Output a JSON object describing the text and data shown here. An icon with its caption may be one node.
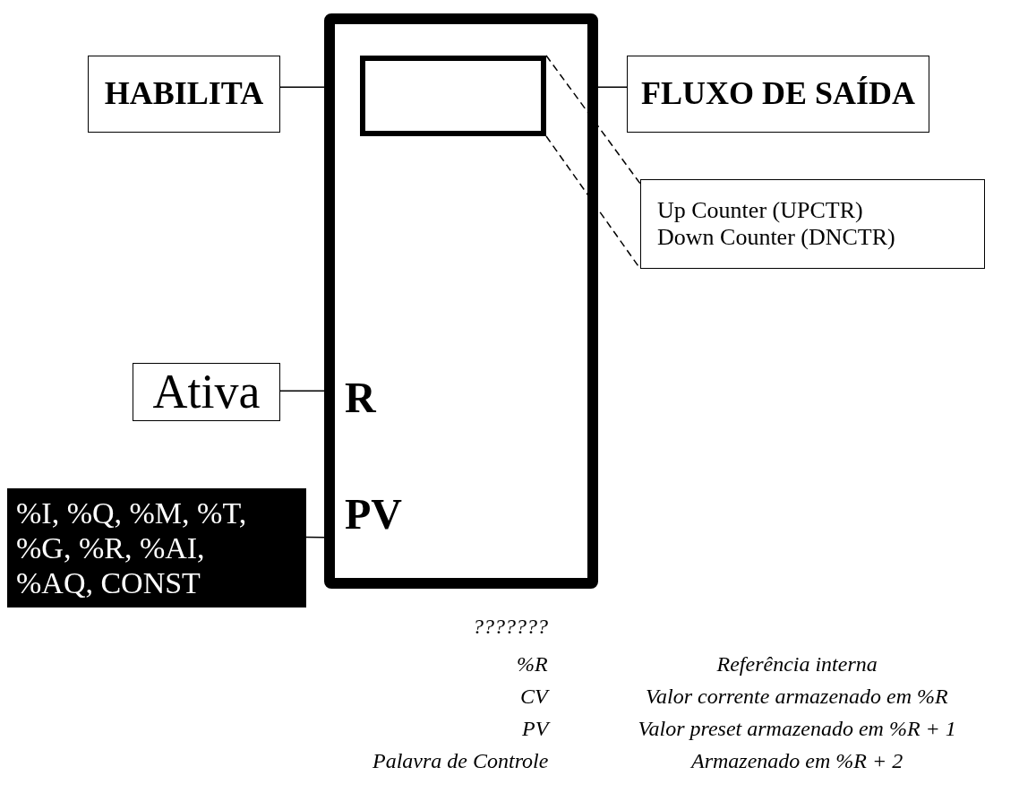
{
  "diagram": {
    "nodes": [
      {
        "text": [
          "HABILITA"
        ]
      },
      {
        "text": [
          "R",
          "PV"
        ]
      },
      {
        "text": [],
        "shape": "box",
        "in": 1
      },
      {
        "text": [
          "FLUXO DE SAÍDA"
        ]
      },
      {
        "text": [
          "Up Counter (UPCTR)",
          "Down Counter (DNCTR)"
        ]
      },
      {
        "text": [
          "Ativa"
        ]
      },
      {
        "text": [
          "%I, %Q, %M, %T, %G, %R, %AI, %AQ, CONST"
        ]
      }
    ],
    "edges": [
      {
        "from": 0,
        "to": 1,
        "arrow": "none"
      },
      {
        "from": 1,
        "to": 3,
        "arrow": "none"
      },
      {
        "from": 2,
        "to": 4,
        "arrow": "none",
        "style": "dashed"
      },
      {
        "from": 2,
        "to": 4,
        "arrow": "none",
        "style": "dashed"
      },
      {
        "from": 5,
        "to": 1,
        "arrow": "none"
      },
      {
        "from": 6,
        "to": 1,
        "arrow": "none"
      }
    ],
    "labels": [
      "???????",
      "%R",
      "Referência interna",
      "CV",
      "Valor corrente armazenado em %R",
      "PV",
      "Valor preset armazenado em %R + 1",
      "Palavra de Controle",
      "Armazenado em %R + 2"
    ]
  }
}
